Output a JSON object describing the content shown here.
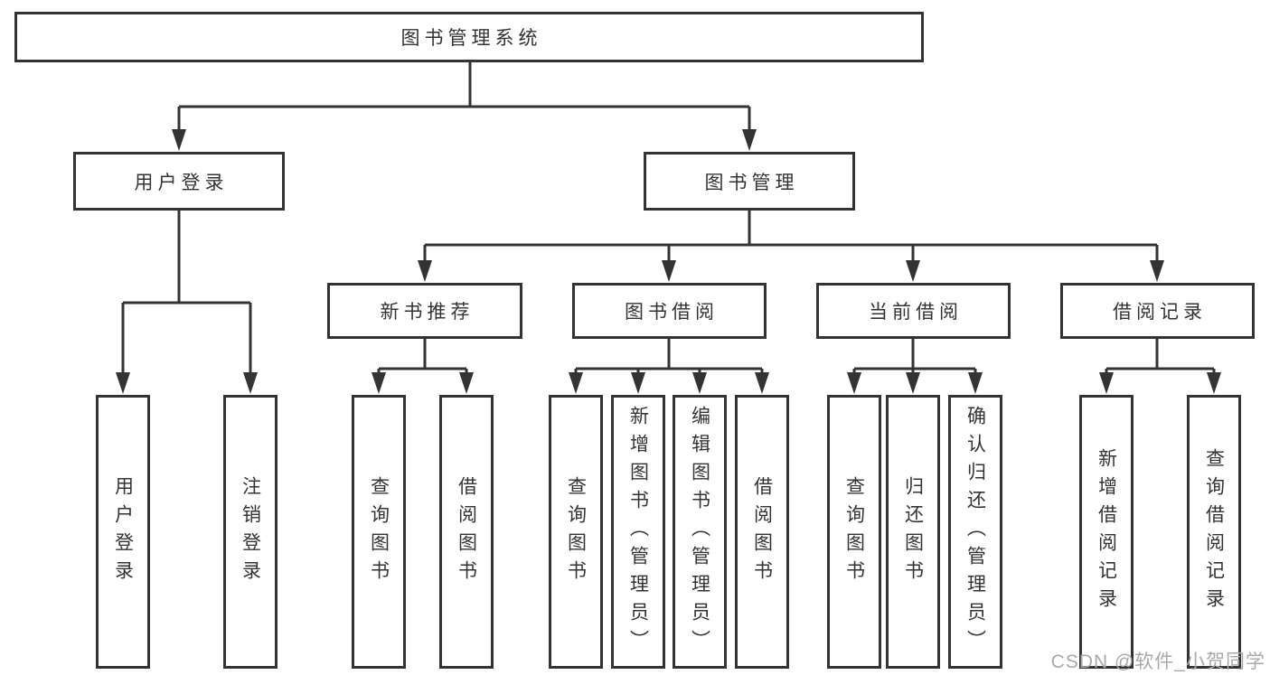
{
  "diagram": {
    "title": "图书管理系统",
    "watermark": "CSDN @软件_小贺同学",
    "colors": {
      "line": "#333333",
      "text": "#333333",
      "box_fill": "#ffffff",
      "background": "#ffffff",
      "watermark": "#a9a9a9"
    },
    "nodes": {
      "root": {
        "label": "图书管理系统"
      },
      "level2": [
        {
          "label": "用户登录"
        },
        {
          "label": "图书管理"
        }
      ],
      "level3": [
        {
          "label": "新书推荐",
          "parent": "图书管理"
        },
        {
          "label": "图书借阅",
          "parent": "图书管理"
        },
        {
          "label": "当前借阅",
          "parent": "图书管理"
        },
        {
          "label": "借阅记录",
          "parent": "图书管理"
        }
      ],
      "leaves": [
        {
          "label": "用户登录",
          "parent": "用户登录"
        },
        {
          "label": "注销登录",
          "parent": "用户登录"
        },
        {
          "label": "查询图书",
          "parent": "新书推荐"
        },
        {
          "label": "借阅图书",
          "parent": "新书推荐"
        },
        {
          "label": "查询图书",
          "parent": "图书借阅"
        },
        {
          "label": "新增图书（管理员）",
          "parent": "图书借阅"
        },
        {
          "label": "编辑图书（管理员）",
          "parent": "图书借阅"
        },
        {
          "label": "借阅图书",
          "parent": "图书借阅"
        },
        {
          "label": "查询图书",
          "parent": "当前借阅"
        },
        {
          "label": "归还图书",
          "parent": "当前借阅"
        },
        {
          "label": "确认归还（管理员）",
          "parent": "当前借阅"
        },
        {
          "label": "新增借阅记录",
          "parent": "借阅记录"
        },
        {
          "label": "查询借阅记录",
          "parent": "借阅记录"
        }
      ]
    }
  }
}
